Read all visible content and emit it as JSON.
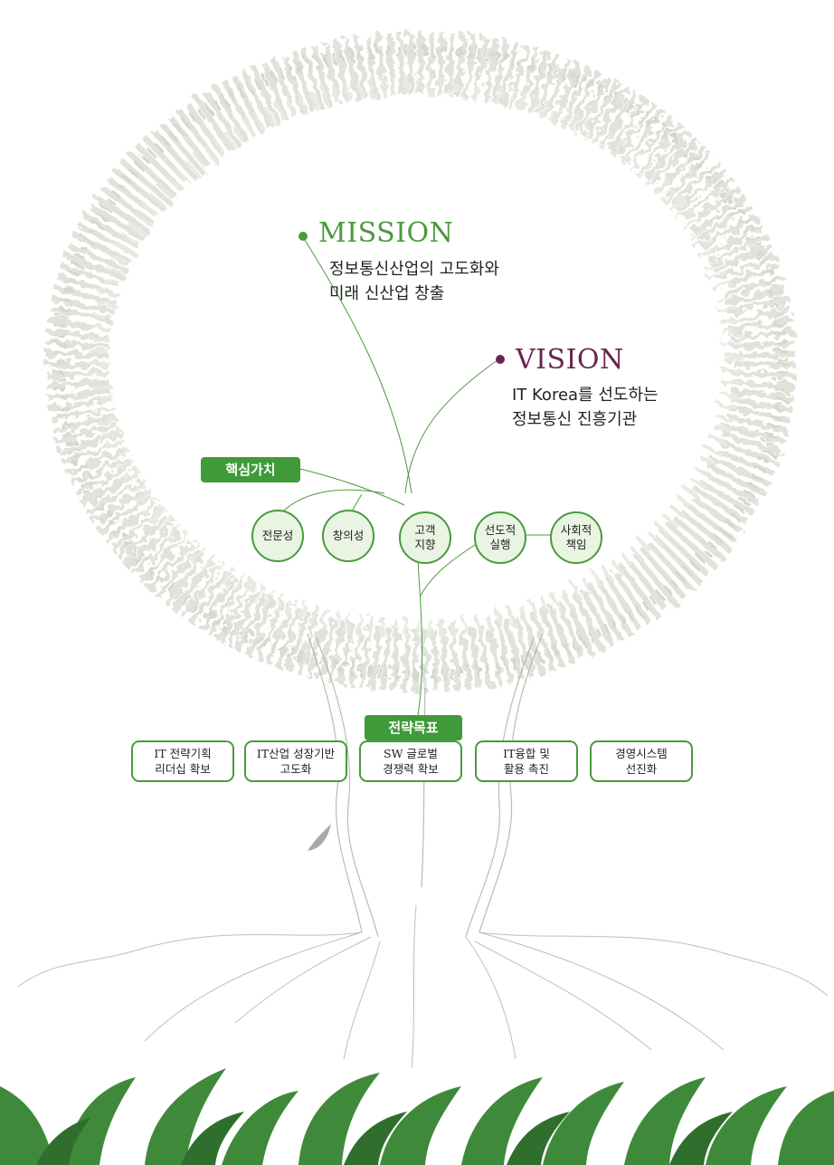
{
  "mission": {
    "title": "MISSION",
    "description": "정보통신산업의 고도화와\n  미래 신산업 창출"
  },
  "vision": {
    "title": "VISION",
    "description": "IT Korea를 선도하는\n정보통신 진흥기관"
  },
  "core_values": {
    "label": "핵심가치",
    "items": [
      "전문성",
      "창의성",
      "고객\n지향",
      "선도적\n실행",
      "사회적\n책임"
    ]
  },
  "strategic_goals": {
    "label": "전략목표",
    "items": [
      "IT 전략기획\n리더십 확보",
      "IT산업 성장기반\n고도화",
      "SW 글로벌\n경쟁력 확보",
      "IT융합 및\n활용 촉진",
      "경영시스템\n선진화"
    ]
  },
  "colors": {
    "green": "#4a9a3c",
    "purple": "#6b2450",
    "pill_green": "#3f9a3a",
    "circle_fill": "#e9f4e2"
  }
}
